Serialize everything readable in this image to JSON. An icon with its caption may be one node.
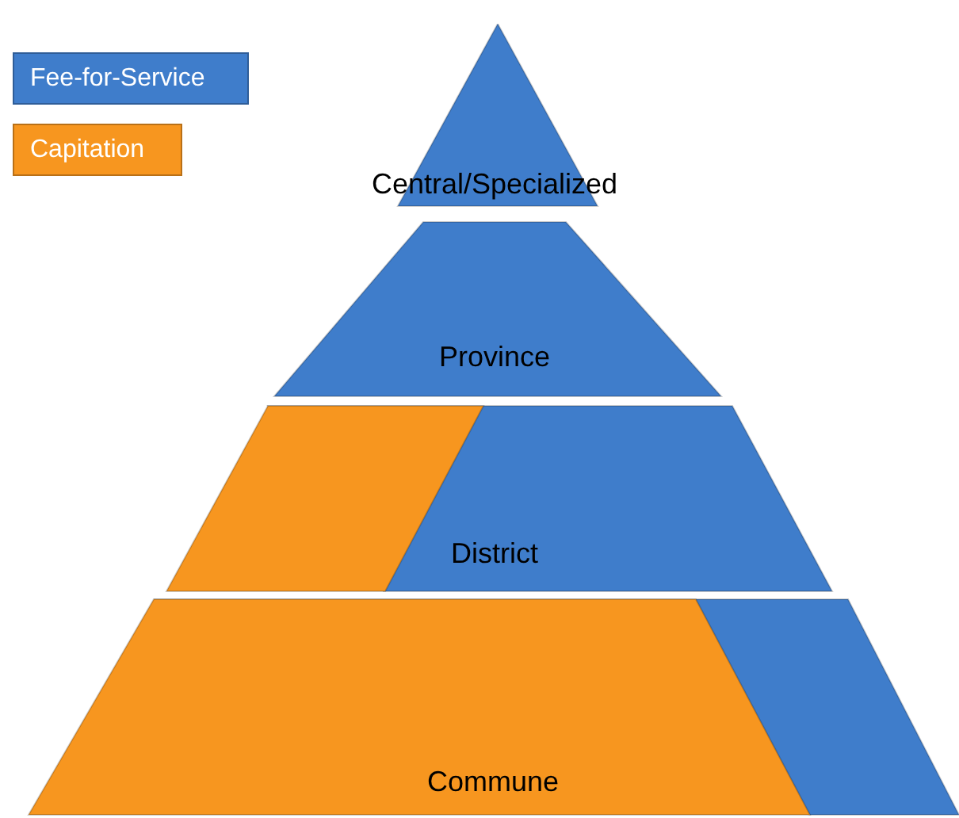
{
  "diagram": {
    "nodes": [
      {
        "text": [
          "Central/Specialized"
        ]
      },
      {
        "text": [
          "Province"
        ]
      },
      {
        "text": [
          "District"
        ]
      },
      {
        "text": [
          "Commune"
        ]
      }
    ],
    "legend": [
      {
        "text": "Fee-for-Service",
        "color": "#3f7dcb"
      },
      {
        "text": "Capitation",
        "color": "#f7961f"
      }
    ]
  }
}
